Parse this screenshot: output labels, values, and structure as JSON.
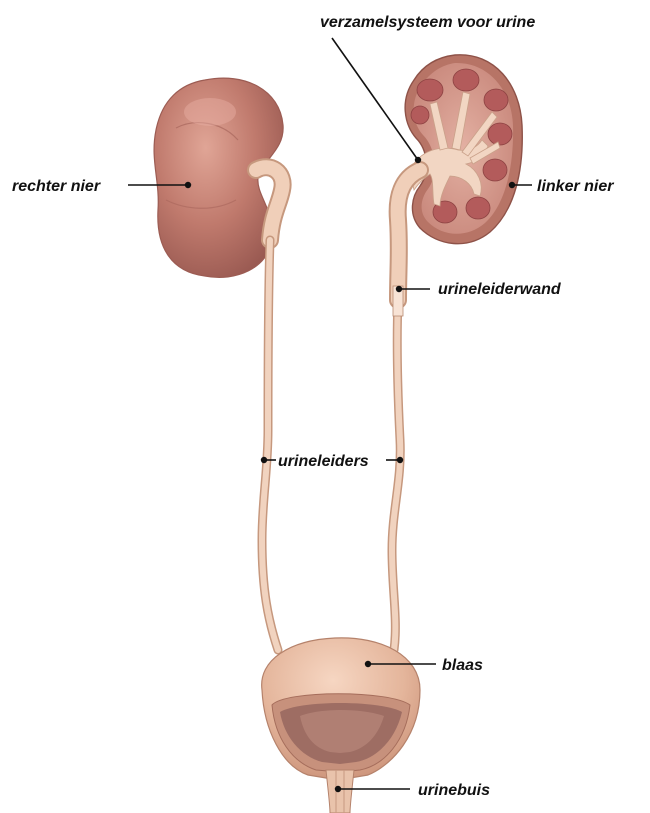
{
  "labels": {
    "collecting_system": "verzamelsysteem voor urine",
    "right_kidney": "rechter nier",
    "left_kidney": "linker nier",
    "ureter_wall": "urineleiderwand",
    "ureters": "urineleiders",
    "bladder": "blaas",
    "urethra": "urinebuis"
  },
  "colors": {
    "kidney": "#b86e64",
    "kidney_highlight": "#d9968a",
    "kidney_cortex": "#c98a7a",
    "pyramid": "#b35b5b",
    "pelvis": "#f2d3be",
    "ureter": "#e4bca3",
    "ureter_edge": "#c6987e",
    "bladder": "#e7b99f",
    "bladder_inner": "#9e6d63",
    "leader": "#111111"
  }
}
